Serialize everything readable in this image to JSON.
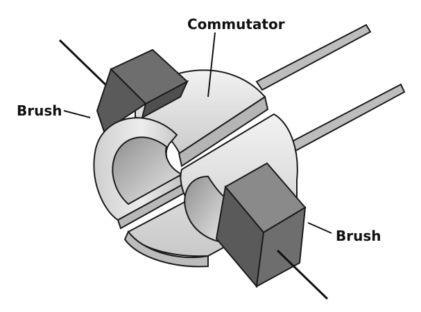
{
  "labels": {
    "commutator": "Commutator",
    "brush_left": "Brush",
    "brush_right": "Brush"
  },
  "colors": {
    "background": "#ffffff",
    "outline": "#1a1a1a",
    "segment_light": "#e3e3e3",
    "segment_mid": "#c8c8c8",
    "segment_dark": "#9a9a9a",
    "brush_dark": "#5a5a5a",
    "brush_mid": "#6e6e6e",
    "brush_light": "#8a8a8a",
    "shaft": "#bdbdbd"
  }
}
